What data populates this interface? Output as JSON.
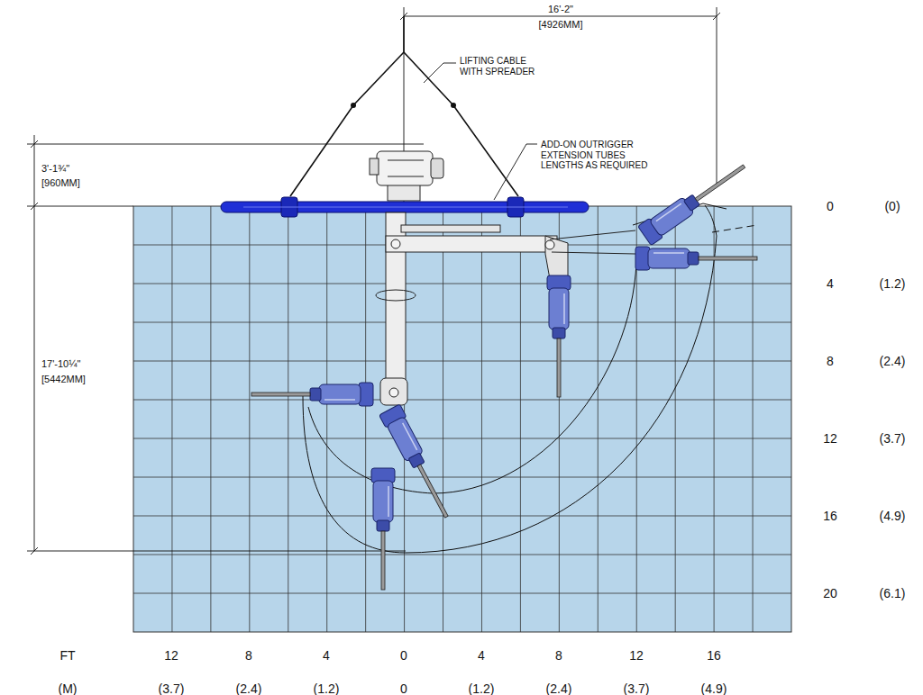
{
  "diagram": {
    "labels": [
      "16'-2\"",
      "[4926MM]",
      "LIFTING CABLE WITH SPREADER",
      "ADD-ON OUTRIGGER EXTENSION TUBES LENGTHS AS REQUIRED",
      "3'-1¾\"",
      "[960MM]",
      "17'-10¼\"",
      "[5442MM]",
      "0",
      "(0)",
      "4",
      "(1.2)",
      "8",
      "(2.4)",
      "12",
      "(3.7)",
      "16",
      "(4.9)",
      "20",
      "(6.1)",
      "FT",
      "12",
      "8",
      "4",
      "0",
      "4",
      "8",
      "12",
      "16",
      "(M)",
      "(3.7)",
      "(2.4)",
      "(1.2)",
      "0",
      "(1.2)",
      "(2.4)",
      "(3.7)",
      "(4.9)"
    ]
  }
}
